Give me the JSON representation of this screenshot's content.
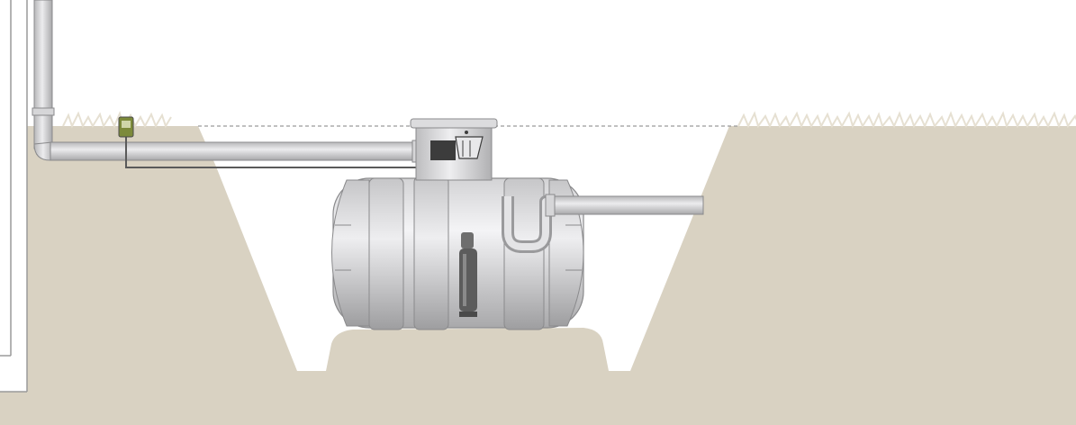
{
  "diagram": {
    "components": [
      "building-wall",
      "downpipe",
      "inlet-pipe",
      "pump-control-box",
      "control-cable",
      "inspection-dome",
      "filter-basket",
      "underground-tank",
      "submersible-pump",
      "overflow-siphon",
      "overflow-pipe",
      "excavation-pit",
      "tank-bedding",
      "grass",
      "ground-level-line"
    ],
    "colors": {
      "soil": "#d9d2c2",
      "tank": "#c9c9cb",
      "tank_highlight": "#f0f0f2",
      "pipe": "#cfcfd1",
      "outline": "#8a8a8c",
      "grass": "#e8e3d6",
      "pump": "#6e6e6e",
      "control_box": "#7c8a3a",
      "wall": "#9a9a9a"
    },
    "icons": [
      "filter-basket-icon",
      "pump-icon",
      "control-box-icon"
    ]
  }
}
